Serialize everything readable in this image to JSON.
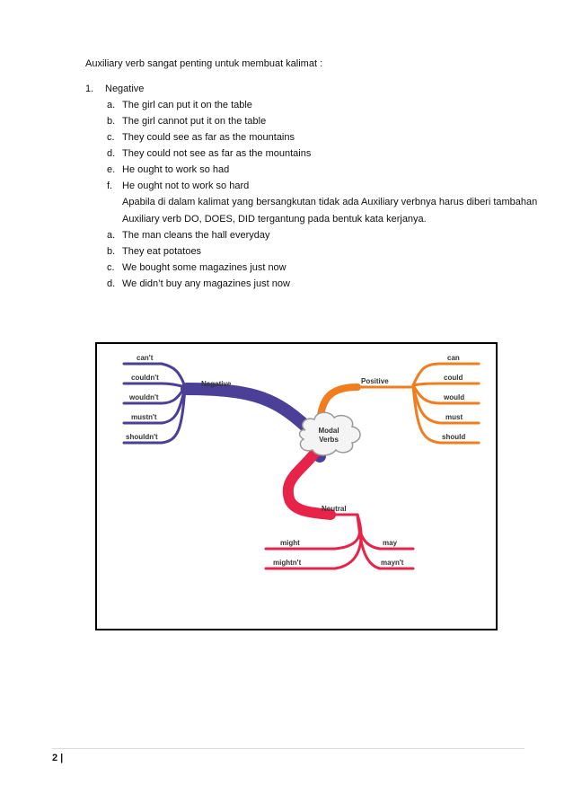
{
  "intro": "Auxiliary verb sangat penting untuk membuat kalimat :",
  "section": {
    "number": "1.",
    "title": "Negative"
  },
  "items_a": [
    {
      "label": "a.",
      "text": "The girl can put it on the table"
    },
    {
      "label": "b.",
      "text": "The girl cannot put it on the table"
    },
    {
      "label": "c.",
      "text": "They could see as far as the mountains"
    },
    {
      "label": "d.",
      "text": "They could not see as far as the mountains"
    },
    {
      "label": "e.",
      "text": "He ought to work so had"
    },
    {
      "label": "f.",
      "text": "He ought not to work so hard"
    }
  ],
  "paragraph": "Apabila di dalam kalimat yang bersangkutan tidak ada Auxiliary verbnya harus diberi tambahan Auxiliary verb DO, DOES, DID tergantung pada bentuk kata kerjanya.",
  "items_b": [
    {
      "label": "a.",
      "text": "The man cleans the hall everyday"
    },
    {
      "label": "b.",
      "text": "They eat potatoes"
    },
    {
      "label": "c.",
      "text": "We bought some magazines just now"
    },
    {
      "label": "d.",
      "text": "We didn’t buy any magazines just now"
    }
  ],
  "mindmap": {
    "center": [
      "Modal",
      "Verbs"
    ],
    "negative": {
      "label": "Negative",
      "items": [
        "can't",
        "couldn't",
        "wouldn't",
        "mustn't",
        "shouldn't"
      ]
    },
    "positive": {
      "label": "Positive",
      "items": [
        "can",
        "could",
        "would",
        "must",
        "should"
      ]
    },
    "neutral": {
      "label": "Neutral",
      "left": [
        "might",
        "mightn't"
      ],
      "right": [
        "may",
        "mayn't"
      ]
    },
    "colors": {
      "negative": "#4b3f98",
      "positive": "#f07d1e",
      "neutral": "#e8234a"
    }
  },
  "footer": {
    "page": "2 |"
  }
}
